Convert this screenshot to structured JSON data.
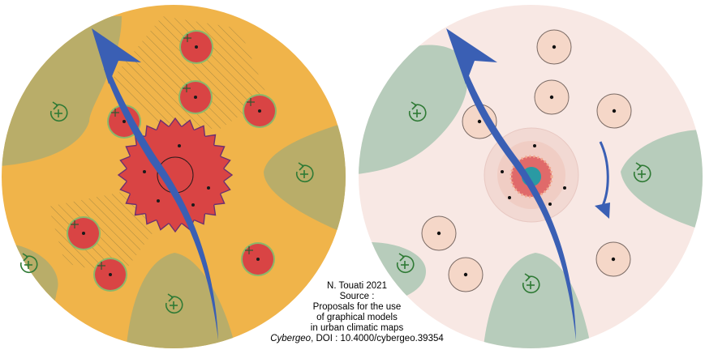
{
  "caption": {
    "author_line": "N. Touati 2021",
    "source_label": "Source :",
    "line1": "Proposals for the use",
    "line2": "of graphical models",
    "line3": "in urban climatic maps",
    "journal": "Cybergeo",
    "doi": ", DOI : 10.4000/cybergeo.39354"
  },
  "colors": {
    "left_background": "#f0b44a",
    "right_background": "#f8e8e4",
    "green_zone_left": "#b9ad69",
    "green_zone_right": "#b7ccbb",
    "red_island": "#d94444",
    "pale_island": "#f5d7c8",
    "arrow_blue": "#3a5fb4",
    "core_teal": "#2a9aa3"
  },
  "icons": {
    "green_symbol": "circular-arrow-plus-icon",
    "flow": "curved-arrow-icon"
  }
}
